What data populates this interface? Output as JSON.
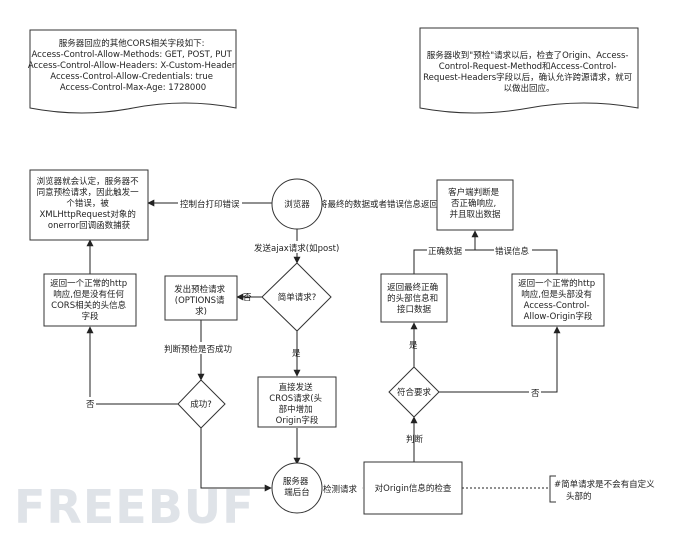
{
  "notes": {
    "cors_headers": [
      "服务器回应的其他CORS相关字段如下:",
      "Access-Control-Allow-Methods: GET, POST, PUT",
      "Access-Control-Allow-Headers: X-Custom-Header",
      "Access-Control-Allow-Credentials: true",
      "Access-Control-Max-Age: 1728000"
    ],
    "preflight": [
      "服务器收到\"预检\"请求以后，检查了Origin、Access-",
      "Control-Request-Method和Access-Control-",
      "Request-Headers字段以后，确认允许跨源请求，就可",
      "以做出回应。"
    ],
    "simple_request": [
      "#简单请求是不会有自定义",
      "头部的"
    ]
  },
  "nodes": {
    "browser_error": [
      "浏览器就会认定，服务器不",
      "同意预检请求，因此触发一",
      "个错误，被",
      "XMLHttpRequest对象的",
      "onerror回调函数捕获"
    ],
    "browser": "浏览器",
    "client_judge": [
      "客户端判断是",
      "否正确响应,",
      "并且取出数据"
    ],
    "return_normal_no_cors": [
      "返回一个正常的http",
      "响应,但是没有任何",
      "CORS相关的头信息",
      "字段"
    ],
    "send_preflight": [
      "发出预检请求",
      "(OPTIONS请",
      "求)"
    ],
    "simple_request_q": "简单请求?",
    "return_correct": [
      "返回最终正确",
      "的头部信息和",
      "接口数据"
    ],
    "return_normal_no_origin": [
      "返回一个正常的http",
      "响应,但是头部没有",
      "Access-Control-",
      "Allow-Origin字段"
    ],
    "success_q": "成功?",
    "direct_cors": [
      "直接发送",
      "CROS请求(头",
      "部中增加",
      "Origin字段"
    ],
    "origin_ok_q": "符合要求",
    "server": [
      "服务器",
      "端后台"
    ],
    "check_origin": "对Origin信息的检查"
  },
  "edges": {
    "console_print": "控制台打印错误",
    "return_data_or_error": "将最终的数据或者错误信息返回",
    "send_ajax": "发送ajax请求(如post)",
    "no": "否",
    "yes": "是",
    "correct_data": "正确数据",
    "error_info": "错误信息",
    "judge_preflight_success": "判断预检是否成功",
    "detect_request": "检测请求",
    "judge": "判断"
  },
  "watermark": "FREEBUF"
}
